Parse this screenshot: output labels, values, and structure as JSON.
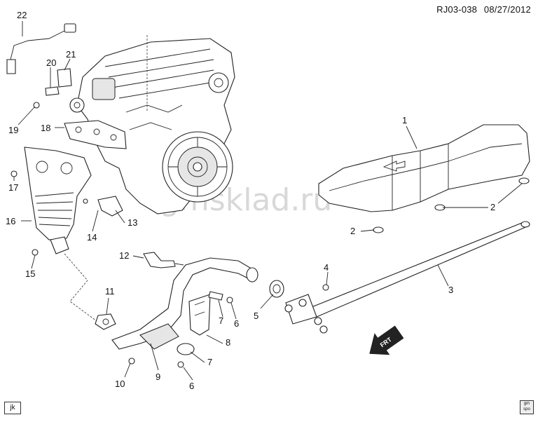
{
  "header": {
    "code": "RJ03-038",
    "date": "08/27/2012"
  },
  "watermark": "gmsklad.ru",
  "corner_tag": "jk",
  "logo_text": "gm spo",
  "forward_label": "FRT",
  "callouts": {
    "c1": "1",
    "c2a": "2",
    "c2b": "2",
    "c3": "3",
    "c4": "4",
    "c5": "5",
    "c6a": "6",
    "c6b": "6",
    "c7a": "7",
    "c7b": "7",
    "c8": "8",
    "c9": "9",
    "c10": "10",
    "c11": "11",
    "c12": "12",
    "c13": "13",
    "c14": "14",
    "c15": "15",
    "c16": "16",
    "c17": "17",
    "c18": "18",
    "c19": "19",
    "c20": "20",
    "c21": "21",
    "c22": "22"
  },
  "icons": {
    "engine": "engine-block-icon",
    "heat_shield": "heat-shield-icon",
    "forward_arrow": "forward-arrow-icon"
  }
}
